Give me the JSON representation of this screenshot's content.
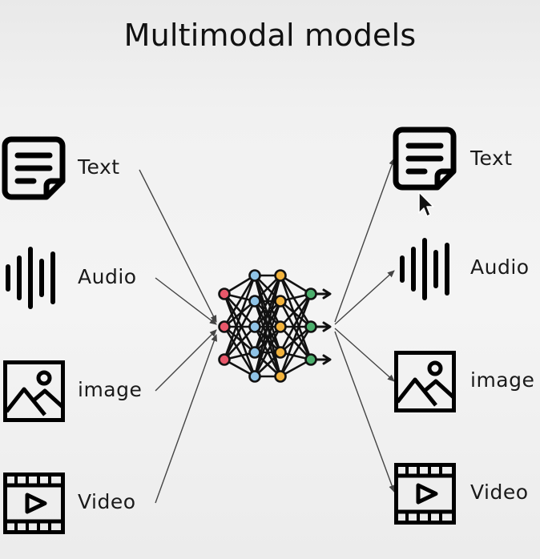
{
  "title": "Multimodal models",
  "inputs": [
    {
      "label": "Text",
      "icon": "document-icon"
    },
    {
      "label": "Audio",
      "icon": "soundwave-icon"
    },
    {
      "label": "image",
      "icon": "image-icon"
    },
    {
      "label": "Video",
      "icon": "video-icon"
    }
  ],
  "outputs": [
    {
      "label": "Text",
      "icon": "document-icon"
    },
    {
      "label": "Audio",
      "icon": "soundwave-icon"
    },
    {
      "label": "image",
      "icon": "image-icon"
    },
    {
      "label": "Video",
      "icon": "video-icon"
    }
  ],
  "network": {
    "icon": "neural-network-icon",
    "node_colors": [
      "#e8576a",
      "#8fc3e6",
      "#f2b33d",
      "#4caf6d"
    ]
  }
}
